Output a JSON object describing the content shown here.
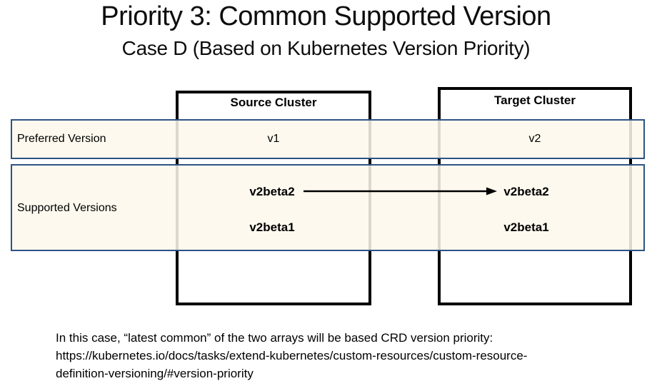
{
  "slide": {
    "title": "Priority 3: Common Supported Version",
    "subtitle": "Case D (Based on Kubernetes Version Priority)"
  },
  "rows": {
    "preferred_label": "Preferred Version",
    "supported_label": "Supported Versions"
  },
  "clusters": {
    "source": {
      "header": "Source Cluster",
      "preferred_version": "v1",
      "supported_versions": [
        "v2beta2",
        "v2beta1"
      ]
    },
    "target": {
      "header": "Target Cluster",
      "preferred_version": "v2",
      "supported_versions": [
        "v2beta2",
        "v2beta1"
      ]
    }
  },
  "arrow": {
    "from": "source v2beta2",
    "to": "target v2beta2"
  },
  "footnote": {
    "line1": "In this case, “latest common” of the two arrays will be based CRD version priority:",
    "line2": "https://kubernetes.io/docs/tasks/extend-kubernetes/custom-resources/custom-resource-",
    "line3": "definition-versioning/#version-priority"
  },
  "colors": {
    "band_fill": "#fdf8eb",
    "band_border": "#2e5385",
    "box_border": "#000000",
    "text": "#000000"
  }
}
